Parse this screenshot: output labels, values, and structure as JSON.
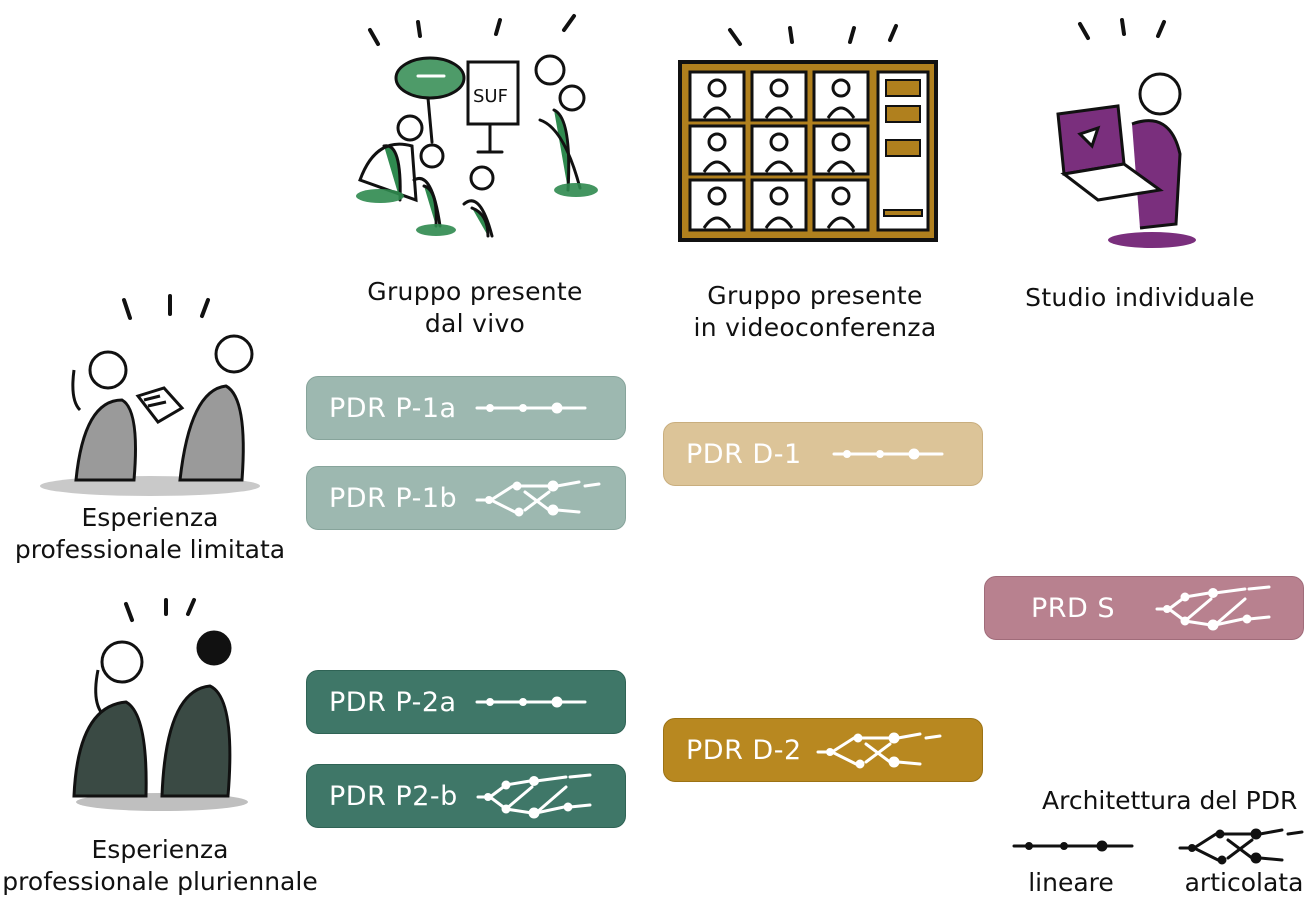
{
  "columns": [
    {
      "label_line1": "Gruppo presente",
      "label_line2": "dal vivo",
      "icon": "in-person-group-icon",
      "color": "#2f8a4f"
    },
    {
      "label_line1": "Gruppo presente",
      "label_line2": "in videoconferenza",
      "icon": "videoconference-grid-icon",
      "color": "#b0801e"
    },
    {
      "label_line1": "Studio individuale",
      "label_line2": "",
      "icon": "individual-laptop-icon",
      "color": "#7a2f7d"
    }
  ],
  "rows": [
    {
      "label_line1": "Esperienza",
      "label_line2": "professionale limitata",
      "icon": "limited-experience-people-icon"
    },
    {
      "label_line1": "Esperienza",
      "label_line2": "professionale pluriennale",
      "icon": "multi-year-experience-people-icon"
    }
  ],
  "pdr_boxes": [
    {
      "label": "PDR P-1a",
      "architecture": "lineare",
      "color": "#9db8b0"
    },
    {
      "label": "PDR P-1b",
      "architecture": "articolata",
      "color": "#9db8b0"
    },
    {
      "label": "PDR P-2a",
      "architecture": "lineare",
      "color": "#3f7768"
    },
    {
      "label": "PDR P2-b",
      "architecture": "articolata",
      "color": "#3f7768"
    },
    {
      "label": "PDR D-1",
      "architecture": "lineare",
      "color": "#dcc498"
    },
    {
      "label": "PDR D-2",
      "architecture": "articolata",
      "color": "#b88820"
    },
    {
      "label": "PRD S",
      "architecture": "articolata",
      "color": "#b8818f"
    }
  ],
  "legend": {
    "title": "Architettura del PDR",
    "linear_label": "lineare",
    "branched_label": "articolata"
  }
}
